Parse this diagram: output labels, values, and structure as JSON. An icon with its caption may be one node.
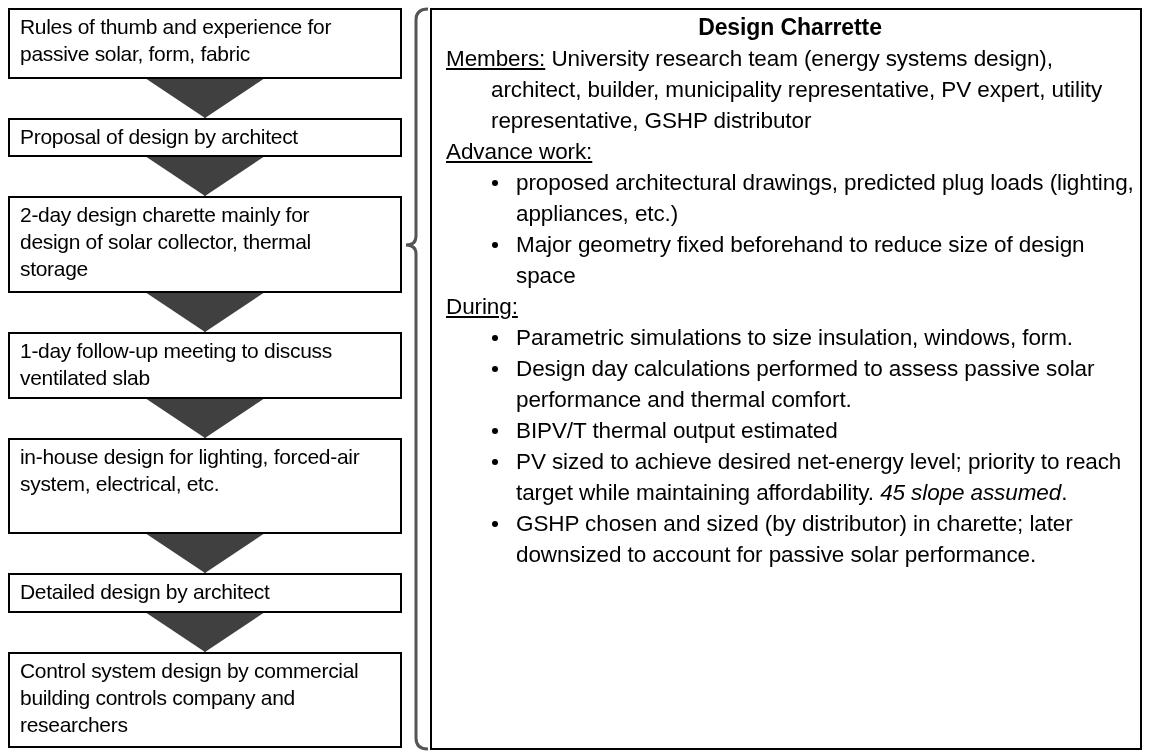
{
  "diagram": {
    "nodes": [
      {
        "text": [
          "Rules of thumb and experience for passive solar, form, fabric"
        ]
      },
      {
        "text": [
          "Proposal of design by architect"
        ]
      },
      {
        "text": [
          "2-day design charette mainly for design of solar collector, thermal storage"
        ]
      },
      {
        "text": [
          "1-day follow-up meeting to discuss ventilated slab"
        ]
      },
      {
        "text": [
          "in-house design for lighting, forced-air system, electrical, etc."
        ]
      },
      {
        "text": [
          "Detailed design by architect"
        ]
      },
      {
        "text": [
          "Control system design by commercial building controls company and researchers"
        ]
      },
      {
        "text": [
          "Design Charrette",
          "Members:",
          "University research team (energy systems design), architect, builder, municipality representative, PV expert, utility representative, GSHP distributor",
          "Advance work:",
          "proposed architectural drawings, predicted plug loads (lighting, appliances, etc.)",
          "Major geometry fixed beforehand to reduce size of design space",
          "During:",
          "Parametric simulations to size insulation, windows, form.",
          "Design day calculations performed to assess passive solar performance and thermal comfort.",
          "BIPV/T thermal output estimated",
          "PV sized to achieve desired net-energy level; priority to reach target while maintaining affordability. *45 slope assumed*.",
          "GSHP chosen and sized (by distributor) in charette; later downsized to account for passive solar performance."
        ]
      }
    ],
    "edges": [
      {
        "from": 0,
        "to": 1,
        "arrow": "to"
      },
      {
        "from": 1,
        "to": 2,
        "arrow": "to"
      },
      {
        "from": 2,
        "to": 3,
        "arrow": "to"
      },
      {
        "from": 3,
        "to": 4,
        "arrow": "to"
      },
      {
        "from": 4,
        "to": 5,
        "arrow": "to"
      },
      {
        "from": 5,
        "to": 6,
        "arrow": "to"
      }
    ]
  }
}
